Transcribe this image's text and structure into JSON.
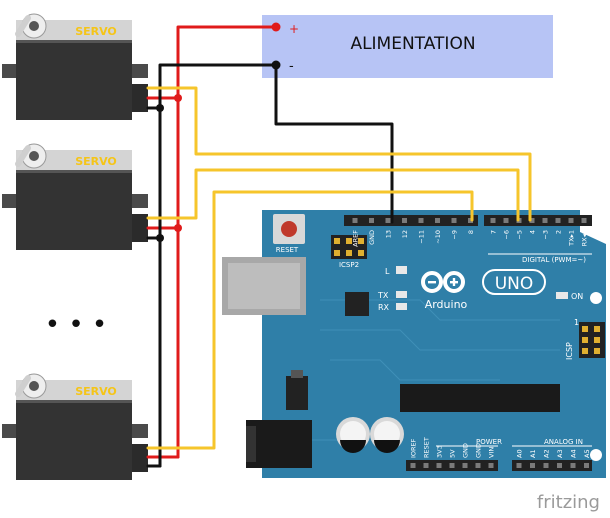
{
  "power_supply": {
    "label": "ALIMENTATION",
    "plus": "+",
    "minus": "-"
  },
  "servo": {
    "label": "SERVO",
    "count_visible": 3
  },
  "ellipsis": "• • •",
  "arduino": {
    "reset_label": "RESET",
    "icsp2_label": "ICSP2",
    "icsp_label": "ICSP",
    "icsp_pin1": "1",
    "led_l": "L",
    "led_tx": "TX",
    "led_rx": "RX",
    "led_on": "ON",
    "brand": "Arduino",
    "model": "UNO",
    "digital_label": "DIGITAL (PWM=~)",
    "top_pins_left": [
      "AREF",
      "GND",
      "13",
      "12",
      "~11",
      "~10",
      "~9",
      "8"
    ],
    "top_pins_right": [
      "7",
      "~6",
      "~5",
      "4",
      "~3",
      "2",
      "TX▸1",
      "RX◂0"
    ],
    "power_label": "POWER",
    "power_pins": [
      "IOREF",
      "RESET",
      "3V3",
      "5V",
      "GND",
      "GND",
      "VIN"
    ],
    "analog_label": "ANALOG IN",
    "analog_pins": [
      "A0",
      "A1",
      "A2",
      "A3",
      "A4",
      "A5"
    ]
  },
  "watermark": "fritzing",
  "colors": {
    "board": "#2f7fa8",
    "board_dark": "#1f6286",
    "power_box": "#b7c4f5",
    "servo_body": "#333333",
    "servo_label": "#f5c518",
    "wire_red": "#e01b1b",
    "wire_black": "#111111",
    "wire_yellow": "#f6c52b"
  }
}
